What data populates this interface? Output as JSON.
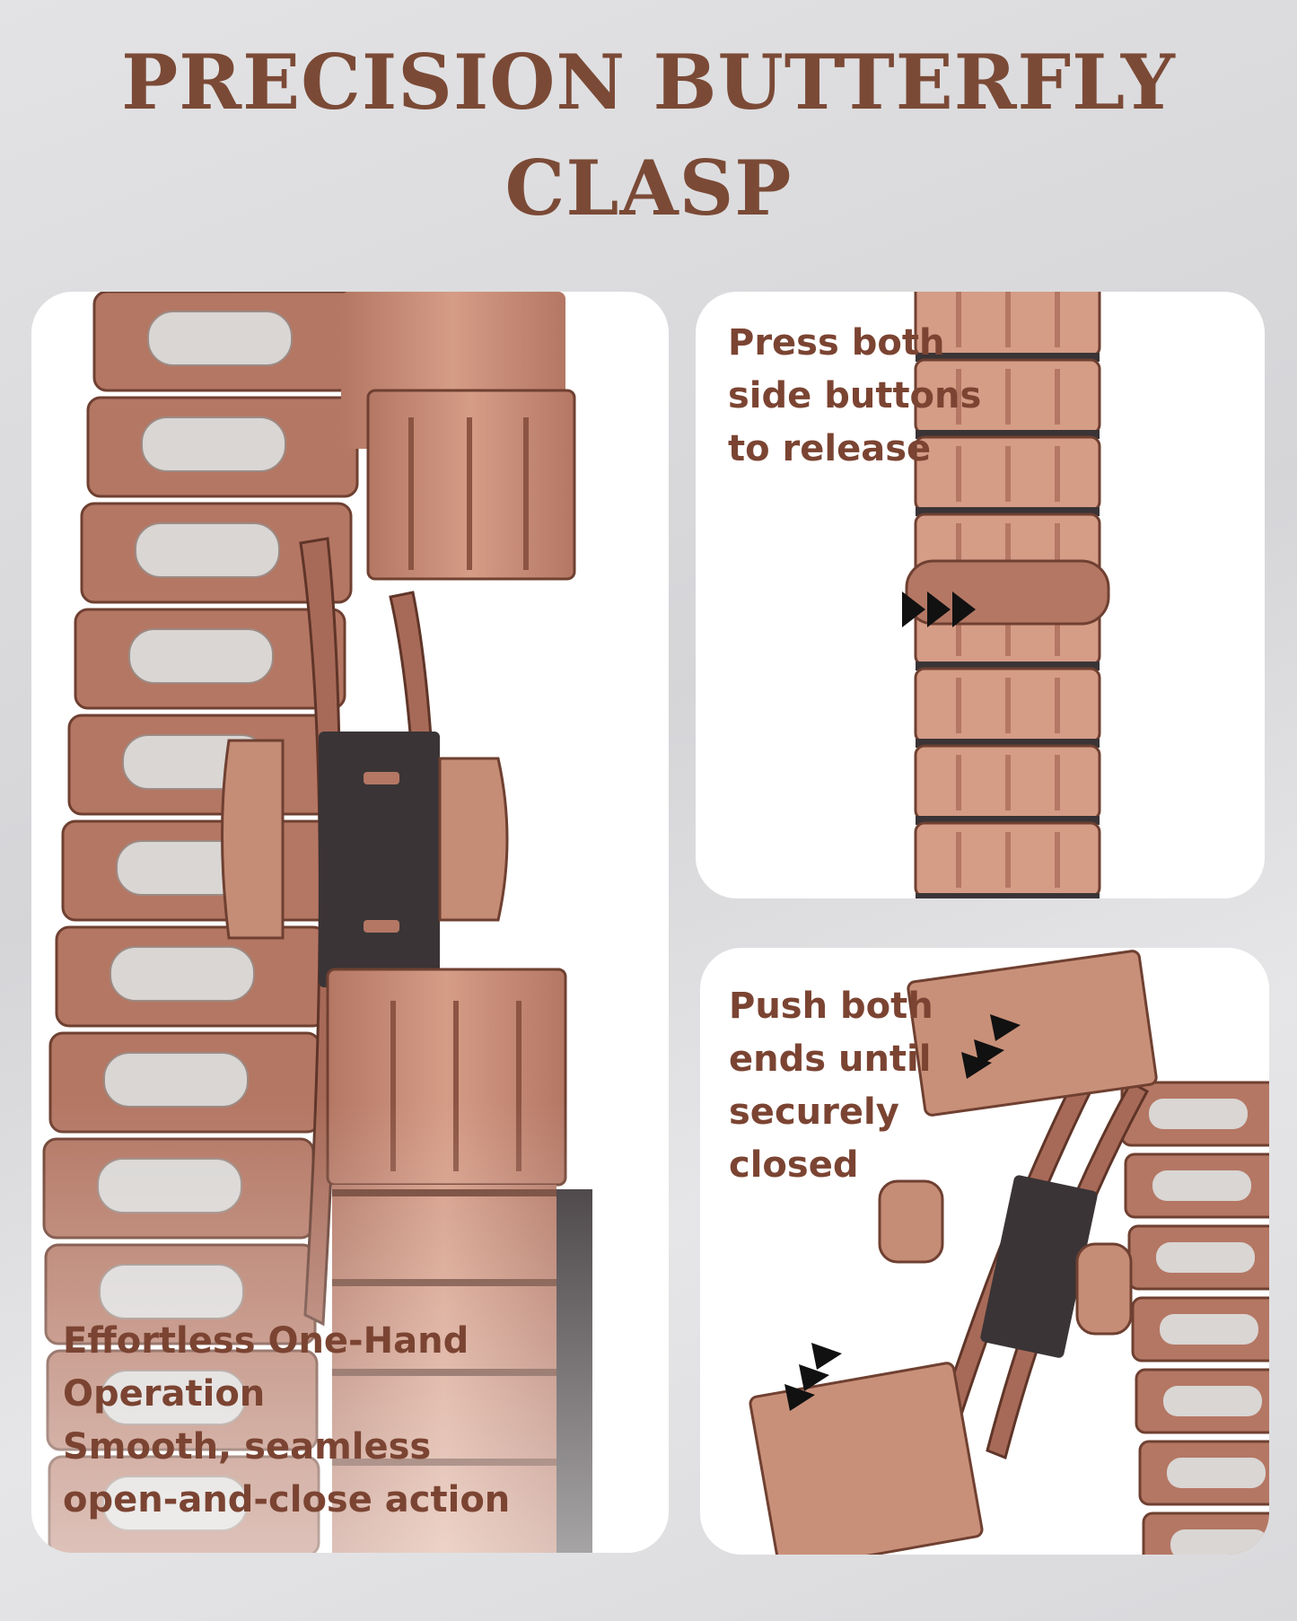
{
  "colors": {
    "heading": "#7b4a36",
    "caption": "#7b4432",
    "copper_light": "#d59c86",
    "copper_mid": "#b47764",
    "copper_dark": "#6f4031",
    "gunmetal": "#3a3436",
    "magnet_silver": "#d9d6d4"
  },
  "title": {
    "line1": "PRECISION BUTTERFLY",
    "line2": "CLASP"
  },
  "panels": {
    "top_right": {
      "lines": [
        "Press both",
        "side buttons",
        "to release"
      ],
      "icon": "triple-play-arrow-icon"
    },
    "bottom_right": {
      "lines": [
        "Push both",
        "ends until",
        "securely",
        "closed"
      ],
      "icon": "double-arrow-icon"
    },
    "left": {
      "lines": [
        "Effortless One-Hand",
        "Operation",
        "Smooth, seamless",
        "open-and-close action"
      ]
    }
  }
}
